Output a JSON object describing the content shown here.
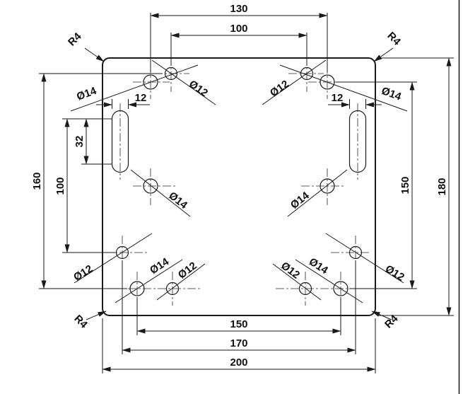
{
  "drawing": {
    "background": "#ffffff",
    "line_color": "#1a1a1a",
    "dimensions": {
      "top_outer": "130",
      "top_inner": "100",
      "left_slot_width": "12",
      "right_slot_width": "12",
      "left_slot_length": "32",
      "left_inner": "100",
      "left_outer": "160",
      "right_inner": "150",
      "right_outer": "180",
      "bottom_inner": "150",
      "bottom_mid": "170",
      "bottom_outer": "200"
    },
    "radius_labels": {
      "top_left": "R4",
      "top_right": "R4",
      "bottom_left": "R4",
      "bottom_right": "R4"
    },
    "hole_labels": {
      "top_left_outer": "Ø14",
      "top_left_inner": "Ø12",
      "top_right_inner": "Ø12",
      "top_right_outer": "Ø14",
      "mid_left": "Ø14",
      "mid_right": "Ø14",
      "bottom_left_upper": "Ø12",
      "bottom_left_corner": "Ø14",
      "bottom_left_inner": "Ø12",
      "bottom_right_inner": "Ø12",
      "bottom_right_corner": "Ø14",
      "bottom_right_upper": "Ø12"
    }
  }
}
